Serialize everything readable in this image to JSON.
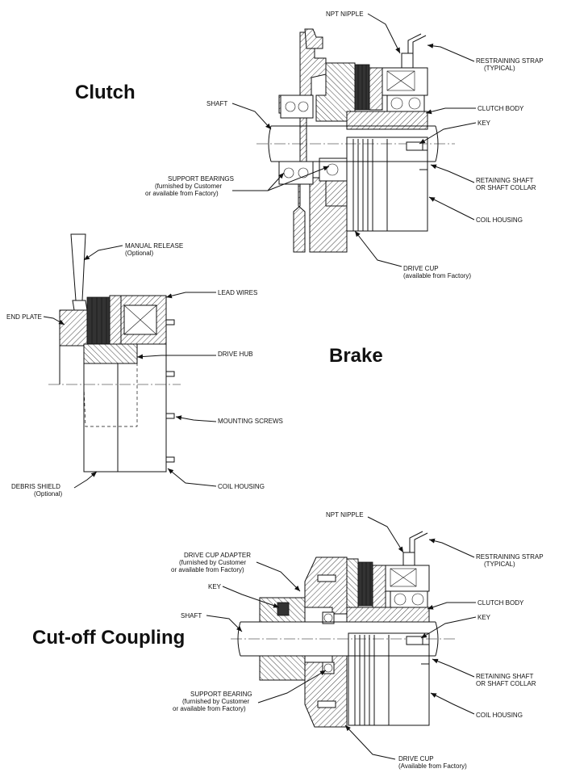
{
  "titles": {
    "clutch": "Clutch",
    "brake": "Brake",
    "coupling": "Cut-off Coupling"
  },
  "clutch_labels": {
    "npt_nipple": "NPT NIPPLE",
    "restraining_strap_1": "RESTRAINING STRAP",
    "restraining_strap_2": "(TYPICAL)",
    "shaft": "SHAFT",
    "clutch_body": "CLUTCH BODY",
    "key": "KEY",
    "support_bearings_1": "SUPPORT BEARINGS",
    "support_bearings_2": "(furnished by Customer",
    "support_bearings_3": "or available from Factory)",
    "retaining_1": "RETAINING SHAFT",
    "retaining_2": "OR SHAFT COLLAR",
    "coil_housing": "COIL HOUSING",
    "drive_cup_1": "DRIVE CUP",
    "drive_cup_2": "(available from Factory)"
  },
  "brake_labels": {
    "manual_release_1": "MANUAL RELEASE",
    "manual_release_2": "(Optional)",
    "lead_wires": "LEAD WIRES",
    "end_plate": "END PLATE",
    "drive_hub": "DRIVE HUB",
    "mounting_screws": "MOUNTING SCREWS",
    "debris_shield_1": "DEBRIS SHIELD",
    "debris_shield_2": "(Optional)",
    "coil_housing": "COIL HOUSING"
  },
  "coupling_labels": {
    "npt_nipple": "NPT NIPPLE",
    "drive_cup_adapter_1": "DRIVE CUP ADAPTER",
    "drive_cup_adapter_2": "(furnished by Customer",
    "drive_cup_adapter_3": "or available from Factory)",
    "restraining_strap_1": "RESTRAINING STRAP",
    "restraining_strap_2": "(TYPICAL)",
    "key_left": "KEY",
    "shaft": "SHAFT",
    "clutch_body": "CLUTCH BODY",
    "key_right": "KEY",
    "support_bearing_1": "SUPPORT BEARING",
    "support_bearing_2": "(furnished by Customer",
    "support_bearing_3": "or available from Factory)",
    "retaining_1": "RETAINING SHAFT",
    "retaining_2": "OR SHAFT COLLAR",
    "coil_housing": "COIL HOUSING",
    "drive_cup_1": "DRIVE CUP",
    "drive_cup_2": "(Available from Factory)"
  }
}
